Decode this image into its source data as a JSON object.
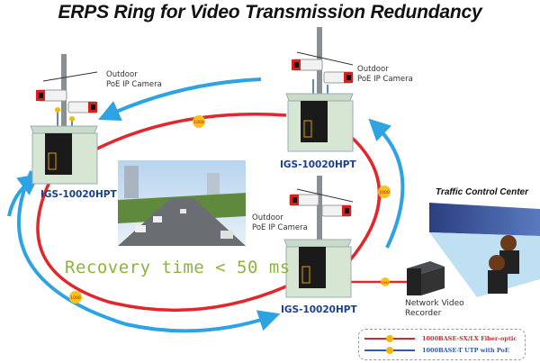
{
  "title": "ERPS Ring for Video Transmission Redundancy",
  "cameras": [
    {
      "label_line1": "Outdoor",
      "label_line2": "PoE IP Camera"
    },
    {
      "label_line1": "Outdoor",
      "label_line2": "PoE IP Camera"
    },
    {
      "label_line1": "Outdoor",
      "label_line2": "PoE IP Camera"
    }
  ],
  "switches": [
    {
      "model": "IGS-10020HPT"
    },
    {
      "model": "IGS-10020HPT"
    },
    {
      "model": "IGS-10020HPT"
    }
  ],
  "link_badges": [
    "1000",
    "1000",
    "1000",
    "1000"
  ],
  "recovery_text": "Recovery time < 50 ms",
  "traffic_control_center": "Traffic Control Center",
  "nvr": {
    "label_line1": "Network Video",
    "label_line2": "Recorder"
  },
  "legend": [
    {
      "label": "1000BASE-SX/LX Fiber-optic",
      "color": "#d7262e"
    },
    {
      "label": "1000BASE-T UTP with PoE",
      "color": "#2f5aa8"
    }
  ],
  "colors": {
    "fiber": "#e2262b",
    "arrow": "#2ea3e3",
    "badge": "#f7c21a",
    "switch_label": "#1a3f8f",
    "recovery": "#8cb43c"
  }
}
